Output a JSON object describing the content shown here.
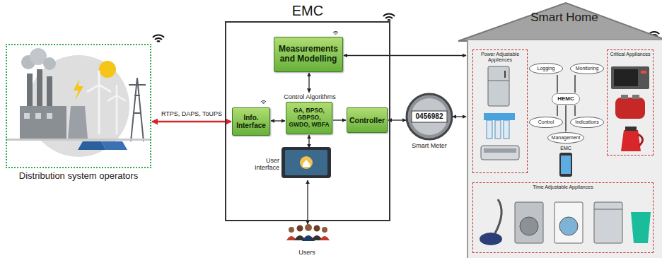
{
  "diagram": {
    "nodes": [
      {
        "text": [
          "Distribution system operators"
        ]
      },
      {
        "text": [
          "EMC"
        ]
      },
      {
        "text": [
          "Measurements and Modelling"
        ],
        "in": 1
      },
      {
        "text": [
          "Info. Interface"
        ],
        "in": 1
      },
      {
        "text": [
          "Control Algorithms",
          "GA, BPSO, GBPSO, GWDO, WBFA"
        ],
        "in": 1
      },
      {
        "text": [
          "Controller"
        ],
        "in": 1
      },
      {
        "text": [
          "User Interface"
        ],
        "in": 1
      },
      {
        "text": [
          "Users"
        ]
      },
      {
        "text": [
          "0456982",
          "Smart Meter"
        ]
      },
      {
        "text": [
          "Smart Home"
        ]
      },
      {
        "text": [
          "Power Adjustable Appliences"
        ],
        "in": 9
      },
      {
        "text": [
          "Critical Appliances"
        ],
        "in": 9
      },
      {
        "text": [
          "Time Adjustable Appliances"
        ],
        "in": 9
      },
      {
        "text": [
          "HEMC"
        ],
        "in": 9
      },
      {
        "text": [
          "Logging"
        ],
        "in": 9
      },
      {
        "text": [
          "Monitoring"
        ],
        "in": 9
      },
      {
        "text": [
          "Control"
        ],
        "in": 9
      },
      {
        "text": [
          "Indications"
        ],
        "in": 9
      },
      {
        "text": [
          "Management"
        ],
        "in": 9
      }
    ],
    "edges": [
      {
        "from": 0,
        "to": 3,
        "label": "RTPS, DAPS, ToUPS",
        "arrow": "both"
      },
      {
        "from": 2,
        "to": 9,
        "arrow": "both"
      },
      {
        "from": 2,
        "to": 4,
        "arrow": "both"
      },
      {
        "from": 3,
        "to": 4,
        "arrow": "both"
      },
      {
        "from": 4,
        "to": 5,
        "arrow": "to"
      },
      {
        "from": 4,
        "to": 6,
        "arrow": "both"
      },
      {
        "from": 6,
        "to": 7,
        "arrow": "both"
      },
      {
        "from": 5,
        "to": 8,
        "arrow": "both"
      },
      {
        "from": 8,
        "to": 9,
        "arrow": "both"
      },
      {
        "from": 13,
        "to": 14,
        "arrow": "none"
      },
      {
        "from": 13,
        "to": 15,
        "arrow": "none"
      },
      {
        "from": 13,
        "to": 16,
        "arrow": "none"
      },
      {
        "from": 13,
        "to": 17,
        "arrow": "none"
      },
      {
        "from": 13,
        "to": 18,
        "arrow": "none"
      }
    ],
    "labels": [
      "EMC"
    ]
  }
}
